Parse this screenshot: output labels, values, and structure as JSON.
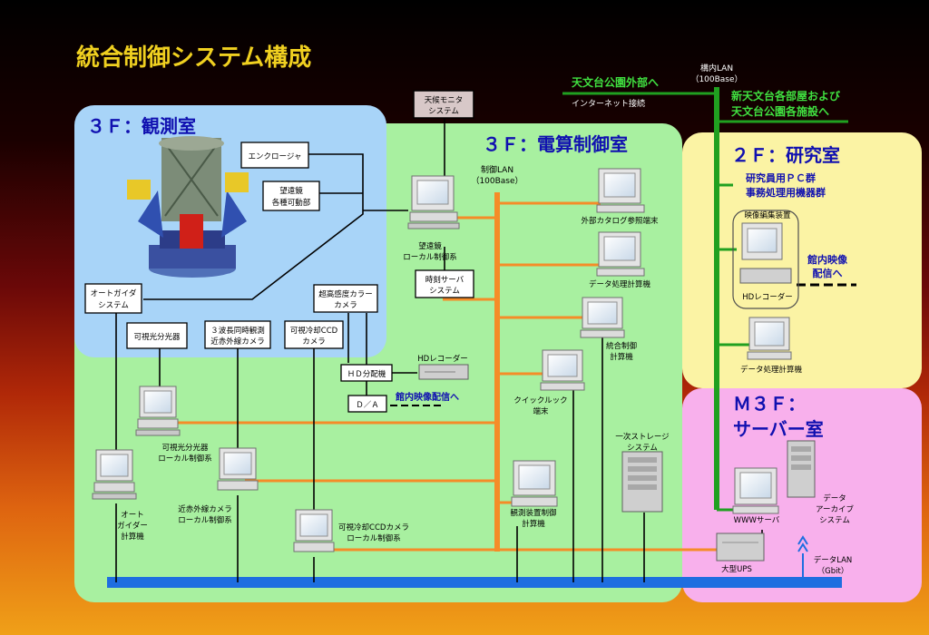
{
  "title": "統合制御システム構成",
  "rooms": {
    "kansoku": "３Ｆ：観測室",
    "densan": "３Ｆ：電算制御室",
    "kenkyu": "２Ｆ：研究室",
    "server_line1": "Ｍ３Ｆ：",
    "server_line2": "サーバー室"
  },
  "top": {
    "to_park_outside": "天文台公園外部へ",
    "internet": "インターネット接続",
    "lan_campus_1": "構内LAN",
    "lan_campus_2": "（100Base）",
    "to_buildings_1": "新天文台各部屋および",
    "to_buildings_2": "天文台公園各施設へ"
  },
  "boxes": {
    "weather_1": "天候モニタ",
    "weather_2": "システム",
    "enclosure": "エンクロージャ",
    "telescope_1": "望遠鏡",
    "telescope_2": "各種可動部",
    "autoguider_1": "オートガイダ",
    "autoguider_2": "システム",
    "spectrograph": "可視光分光器",
    "nir_camera_1": "３波長同時観測",
    "nir_camera_2": "近赤外線カメラ",
    "ccd_camera_1": "可視冷却CCD",
    "ccd_camera_2": "カメラ",
    "hs_camera_1": "超高感度カラー",
    "hs_camera_2": "カメラ",
    "time_server_1": "時刻サーバ",
    "time_server_2": "システム",
    "hd_splitter": "ＨＤ分配機",
    "da": "Ｄ／Ａ"
  },
  "labels": {
    "control_lan_1": "制御LAN",
    "control_lan_2": "（100Base）",
    "tel_local_1": "望遠鏡",
    "tel_local_2": "ローカル制御系",
    "ext_catalog": "外部カタログ参照端末",
    "data_proc": "データ処理計算機",
    "integ_1": "統合制御",
    "integ_2": "計算機",
    "quicklook_1": "クイックルック",
    "quicklook_2": "端末",
    "hd_recorder": "HDレコーダー",
    "to_hall_video": "館内映像配信へ",
    "spectro_local_1": "可視光分光器",
    "spectro_local_2": "ローカル制御系",
    "nir_local_1": "近赤外線カメラ",
    "nir_local_2": "ローカル制御系",
    "ccd_local_1": "可視冷却CCDカメラ",
    "ccd_local_2": "ローカル制御系",
    "ag_comp_1": "オート",
    "ag_comp_2": "ガイダー",
    "ag_comp_3": "計算機",
    "obs_ctrl_1": "観測装置制御",
    "obs_ctrl_2": "計算機",
    "storage_1": "一次ストレージ",
    "storage_2": "システム",
    "pc_group_1": "研究員用ＰＣ群",
    "pc_group_2": "事務処理用機器群",
    "video_edit": "映像編集装置",
    "hd_recorder_2f": "HDレコーダー",
    "hall_video_1": "館内映像",
    "hall_video_2": "配信へ",
    "data_proc_2f": "データ処理計算機",
    "www": "WWWサーバ",
    "archive_1": "データ",
    "archive_2": "アーカイブ",
    "archive_3": "システム",
    "ups": "大型UPS",
    "data_lan_1": "データLAN",
    "data_lan_2": "（Gbit）"
  },
  "colors": {
    "title": "#f0d020",
    "room_kansoku": "#a8d4f8",
    "room_densan": "#a8f0a0",
    "room_kenkyu": "#fbf3a4",
    "room_server": "#f8b0ec",
    "room_label": "#1010b0",
    "lan_control": "#f58c28",
    "lan_campus": "#20a020",
    "lan_data": "#1e6ee0",
    "label_box": "#ffffff",
    "weather_box": "#d8c8c8"
  }
}
